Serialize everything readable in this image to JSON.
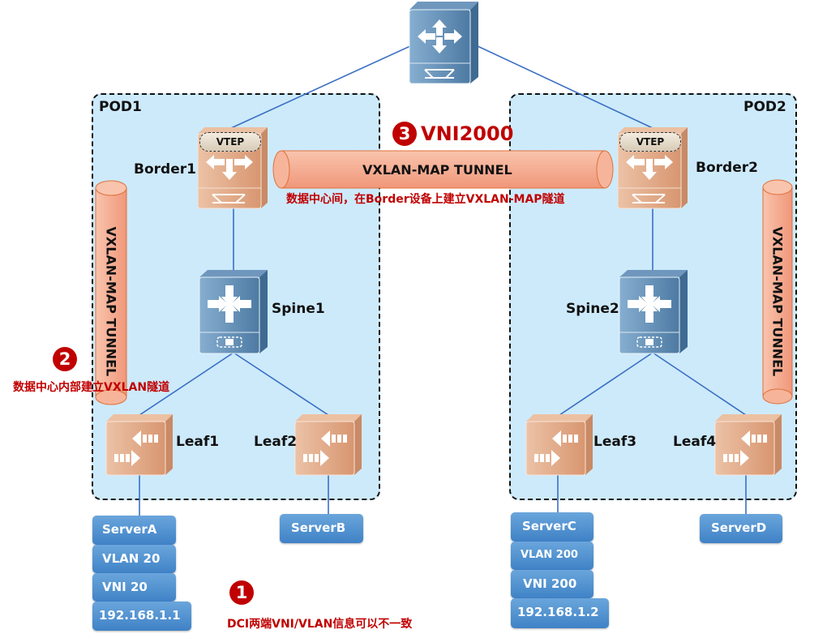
{
  "pods": [
    {
      "label": "POD1"
    },
    {
      "label": "POD2"
    }
  ],
  "devices": {
    "core": {
      "type": "core-switch"
    },
    "border1": {
      "label": "Border1",
      "vtep": "VTEP"
    },
    "border2": {
      "label": "Border2",
      "vtep": "VTEP"
    },
    "spine1": {
      "label": "Spine1"
    },
    "spine2": {
      "label": "Spine2"
    },
    "leaf1": {
      "label": "Leaf1"
    },
    "leaf2": {
      "label": "Leaf2"
    },
    "leaf3": {
      "label": "Leaf3"
    },
    "leaf4": {
      "label": "Leaf4"
    }
  },
  "tunnels": {
    "inter_dc": {
      "label": "VXLAN-MAP TUNNEL"
    },
    "pod1_vertical": {
      "label": "VXLAN-MAP TUNNEL"
    },
    "pod2_vertical": {
      "label": "VXLAN-MAP TUNNEL"
    }
  },
  "annotations": {
    "note1": {
      "number": "1",
      "text": "DCI两端VNI/VLAN信息可以不一致"
    },
    "note2": {
      "number": "2",
      "text": "数据中心内部建立VXLAN隧道"
    },
    "note3": {
      "number": "3",
      "title": "VNI2000",
      "text": "数据中心间，在Border设备上建立VXLAN-MAP隧道"
    }
  },
  "servers": {
    "serverA": {
      "name": "ServerA",
      "vlan": "VLAN 20",
      "vni": "VNI 20",
      "ip": "192.168.1.1"
    },
    "serverB": {
      "name": "ServerB"
    },
    "serverC": {
      "name": "ServerC",
      "vlan": "VLAN 200",
      "vni": "VNI 200",
      "ip": "192.168.1.2"
    },
    "serverD": {
      "name": "ServerD"
    }
  },
  "colors": {
    "pod_fill": "#cdeafb",
    "link": "#3a6fc4",
    "tunnel_fill": "#f4a98a",
    "tunnel_stroke": "#e0703a",
    "accent_red": "#c00000",
    "server_blue": "#4a8cce",
    "switch_blue": "#5b88b0",
    "switch_orange": "#e0a887"
  }
}
